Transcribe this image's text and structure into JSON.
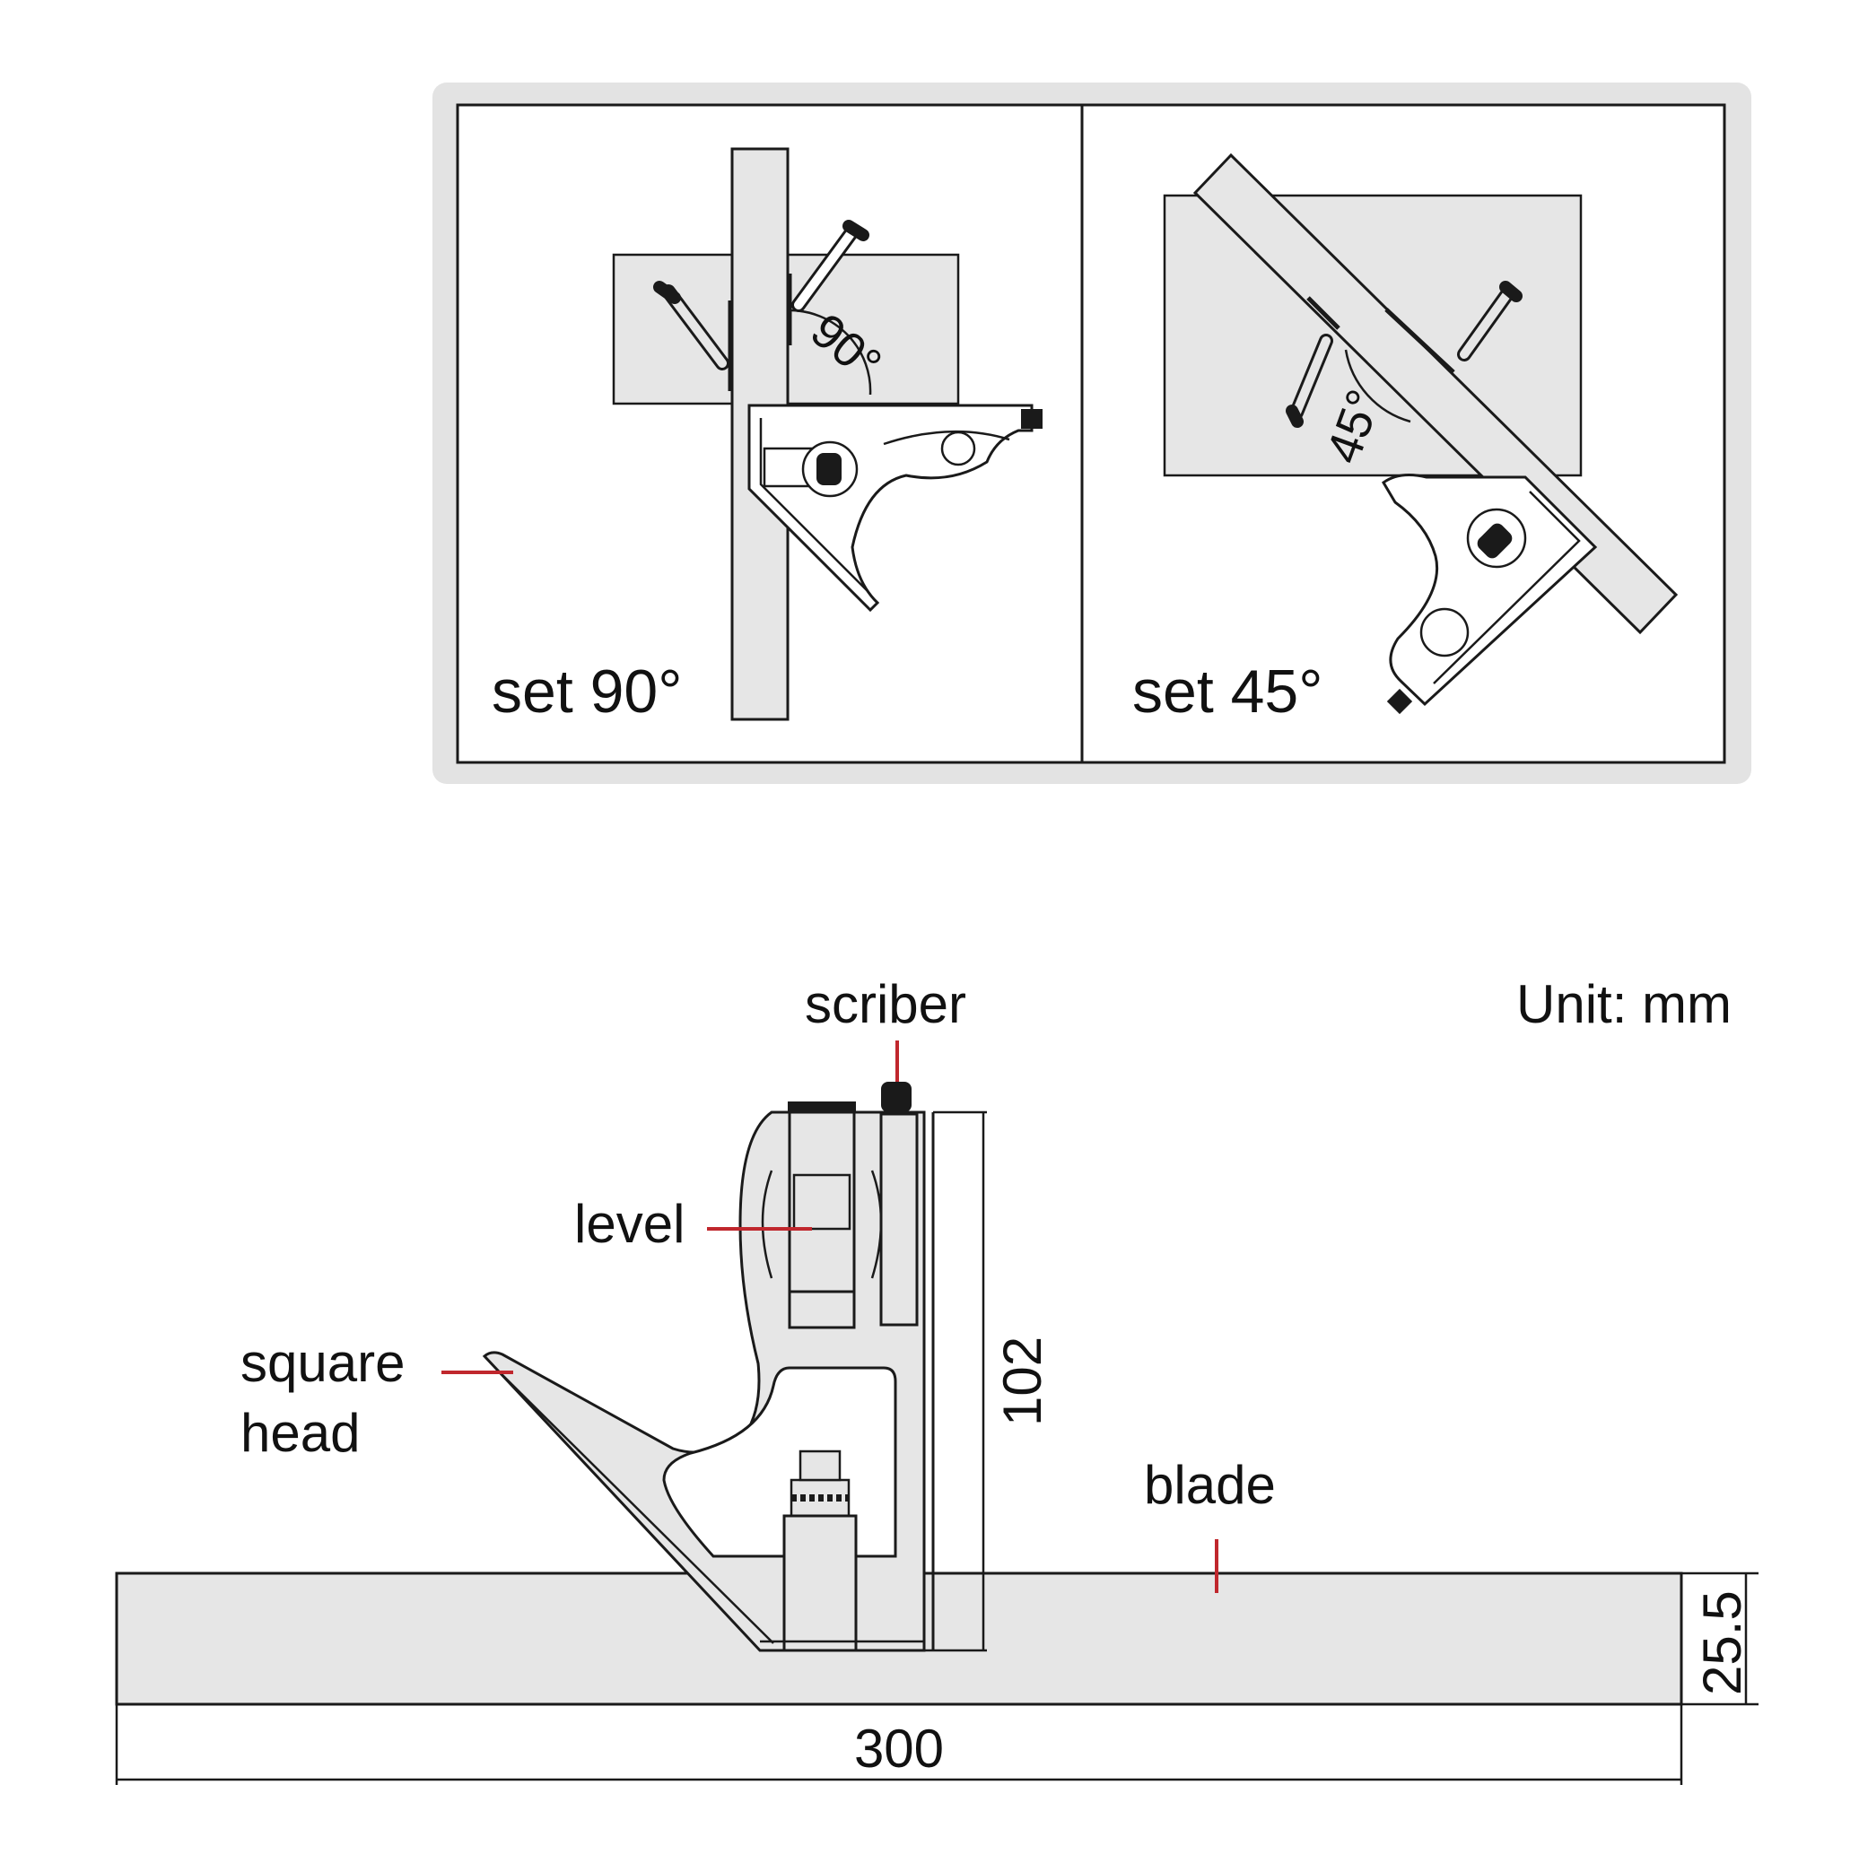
{
  "panels": {
    "left_caption": "set 90°",
    "right_caption": "set 45°",
    "left_angle": "90°",
    "right_angle": "45°"
  },
  "diagram": {
    "unit_label": "Unit: mm",
    "labels": {
      "scriber": "scriber",
      "level": "level",
      "square_head_line1": "square",
      "square_head_line2": "head",
      "blade": "blade"
    },
    "dimensions": {
      "height": "102",
      "blade_width": "25.5",
      "blade_length": "300"
    }
  },
  "colors": {
    "outline": "#1a1a1a",
    "fill_gray": "#e6e6e6",
    "panel_frame": "#e3e3e3",
    "leader_red": "#c0272d"
  }
}
